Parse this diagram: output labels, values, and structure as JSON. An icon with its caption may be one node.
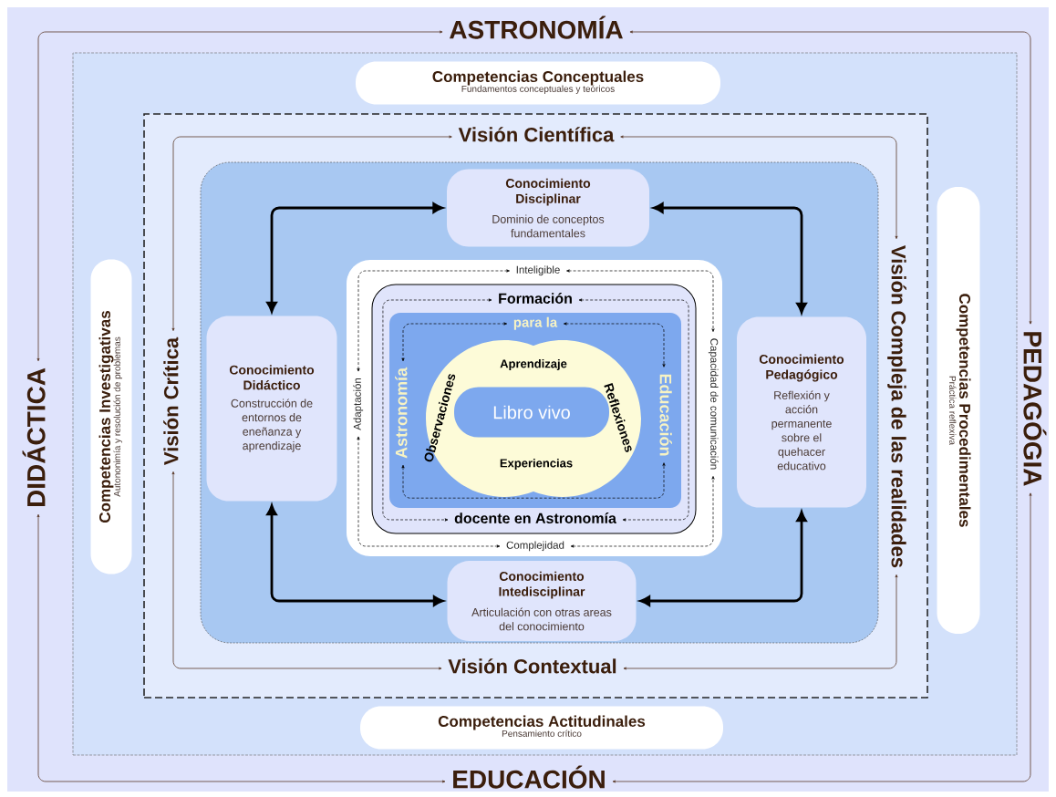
{
  "diagram": {
    "nodes": [
      {
        "text": [
          "ASTRONOMÍA"
        ]
      },
      {
        "text": [
          "DIDÁCTICA"
        ]
      },
      {
        "text": [
          "PEDAGÓGIA"
        ]
      },
      {
        "text": [
          "EDUCACIÓN"
        ]
      },
      {
        "text": [],
        "shape": "box"
      },
      {
        "text": [
          "Competencias Conceptuales",
          "Fundamentos conceptuales y teóricos"
        ],
        "in": 4
      },
      {
        "text": [
          "Competencias Investigativas",
          "Autononimía y resolución de problemas"
        ],
        "in": 4
      },
      {
        "text": [
          "Competencias Procedimentales",
          "Práctica reflexiva"
        ],
        "in": 4
      },
      {
        "text": [
          "Competencias Actitudinales",
          "Pensamiento crítico"
        ],
        "in": 4
      },
      {
        "text": [],
        "shape": "box",
        "in": 4
      },
      {
        "text": [
          "Visión Científica"
        ],
        "in": 9
      },
      {
        "text": [
          "Visión Crítica"
        ],
        "in": 9
      },
      {
        "text": [
          "Visión Compleja de las realidades"
        ],
        "in": 9
      },
      {
        "text": [
          "Visión Contextual"
        ],
        "in": 9
      },
      {
        "text": [],
        "shape": "box",
        "in": 9
      },
      {
        "text": [
          "Conocimiento Disciplinar",
          "Dominio de conceptos fundamentales"
        ],
        "in": 14
      },
      {
        "text": [
          "Conocimiento Didáctico",
          "Construcción de entornos de eneñanza y aprendizaje"
        ],
        "in": 14
      },
      {
        "text": [
          "Conocimiento Pedagógico",
          "Reflexión y acción permanente sobre el quehacer educativo"
        ],
        "in": 14
      },
      {
        "text": [
          "Conocimiento Intedisciplinar",
          "Articulación con otras areas del conocimiento"
        ],
        "in": 14
      },
      {
        "text": [],
        "shape": "box",
        "in": 14
      },
      {
        "text": [
          "Inteligible"
        ],
        "in": 19
      },
      {
        "text": [
          "Adaptación"
        ],
        "in": 19
      },
      {
        "text": [
          "Capacidad de comunicación"
        ],
        "in": 19
      },
      {
        "text": [
          "Complejidad"
        ],
        "in": 19
      },
      {
        "text": [],
        "shape": "box",
        "in": 19
      },
      {
        "text": [
          "Formación"
        ],
        "in": 24
      },
      {
        "text": [
          "docente en Astronomía"
        ],
        "in": 24
      },
      {
        "text": [],
        "shape": "box",
        "in": 24
      },
      {
        "text": [
          "para la"
        ],
        "in": 27
      },
      {
        "text": [
          "Astronomía"
        ],
        "in": 27
      },
      {
        "text": [
          "Educación"
        ],
        "in": 27
      },
      {
        "text": [
          "Aprendizaje",
          "Observaciones",
          "Reflexiones",
          "Experiencias"
        ],
        "in": 27
      },
      {
        "text": [
          "Libro vivo"
        ],
        "in": 31
      }
    ],
    "edges": [
      {
        "from": 0,
        "to": 1,
        "arrow": "both",
        "color": "#5a3a2a"
      },
      {
        "from": 0,
        "to": 2,
        "arrow": "both",
        "color": "#5a3a2a"
      },
      {
        "from": 3,
        "to": 1,
        "arrow": "both",
        "color": "#5a3a2a"
      },
      {
        "from": 3,
        "to": 2,
        "arrow": "both",
        "color": "#5a3a2a"
      },
      {
        "from": 10,
        "to": 11,
        "arrow": "both",
        "color": "#5a3a2a"
      },
      {
        "from": 10,
        "to": 12,
        "arrow": "both",
        "color": "#5a3a2a"
      },
      {
        "from": 13,
        "to": 11,
        "arrow": "both",
        "color": "#5a3a2a"
      },
      {
        "from": 13,
        "to": 12,
        "arrow": "both",
        "color": "#5a3a2a"
      },
      {
        "from": 15,
        "to": 16,
        "arrow": "both",
        "style": "thick"
      },
      {
        "from": 15,
        "to": 17,
        "arrow": "both",
        "style": "thick"
      },
      {
        "from": 18,
        "to": 16,
        "arrow": "both",
        "style": "thick"
      },
      {
        "from": 18,
        "to": 17,
        "arrow": "both",
        "style": "thick"
      },
      {
        "from": 20,
        "to": 21,
        "arrow": "both",
        "style": "dashed"
      },
      {
        "from": 20,
        "to": 22,
        "arrow": "both",
        "style": "dashed"
      },
      {
        "from": 23,
        "to": 21,
        "arrow": "both",
        "style": "dashed"
      },
      {
        "from": 23,
        "to": 22,
        "arrow": "both",
        "style": "dashed"
      },
      {
        "from": 25,
        "to": 26,
        "arrow": "both",
        "style": "dashed"
      },
      {
        "from": 25,
        "to": 26,
        "arrow": "both",
        "style": "dashed"
      },
      {
        "from": 28,
        "to": 29,
        "arrow": "both",
        "style": "dashed"
      },
      {
        "from": 28,
        "to": 30,
        "arrow": "both",
        "style": "dashed"
      },
      {
        "from": 29,
        "to": 30,
        "arrow": "both",
        "style": "dashed"
      }
    ]
  }
}
